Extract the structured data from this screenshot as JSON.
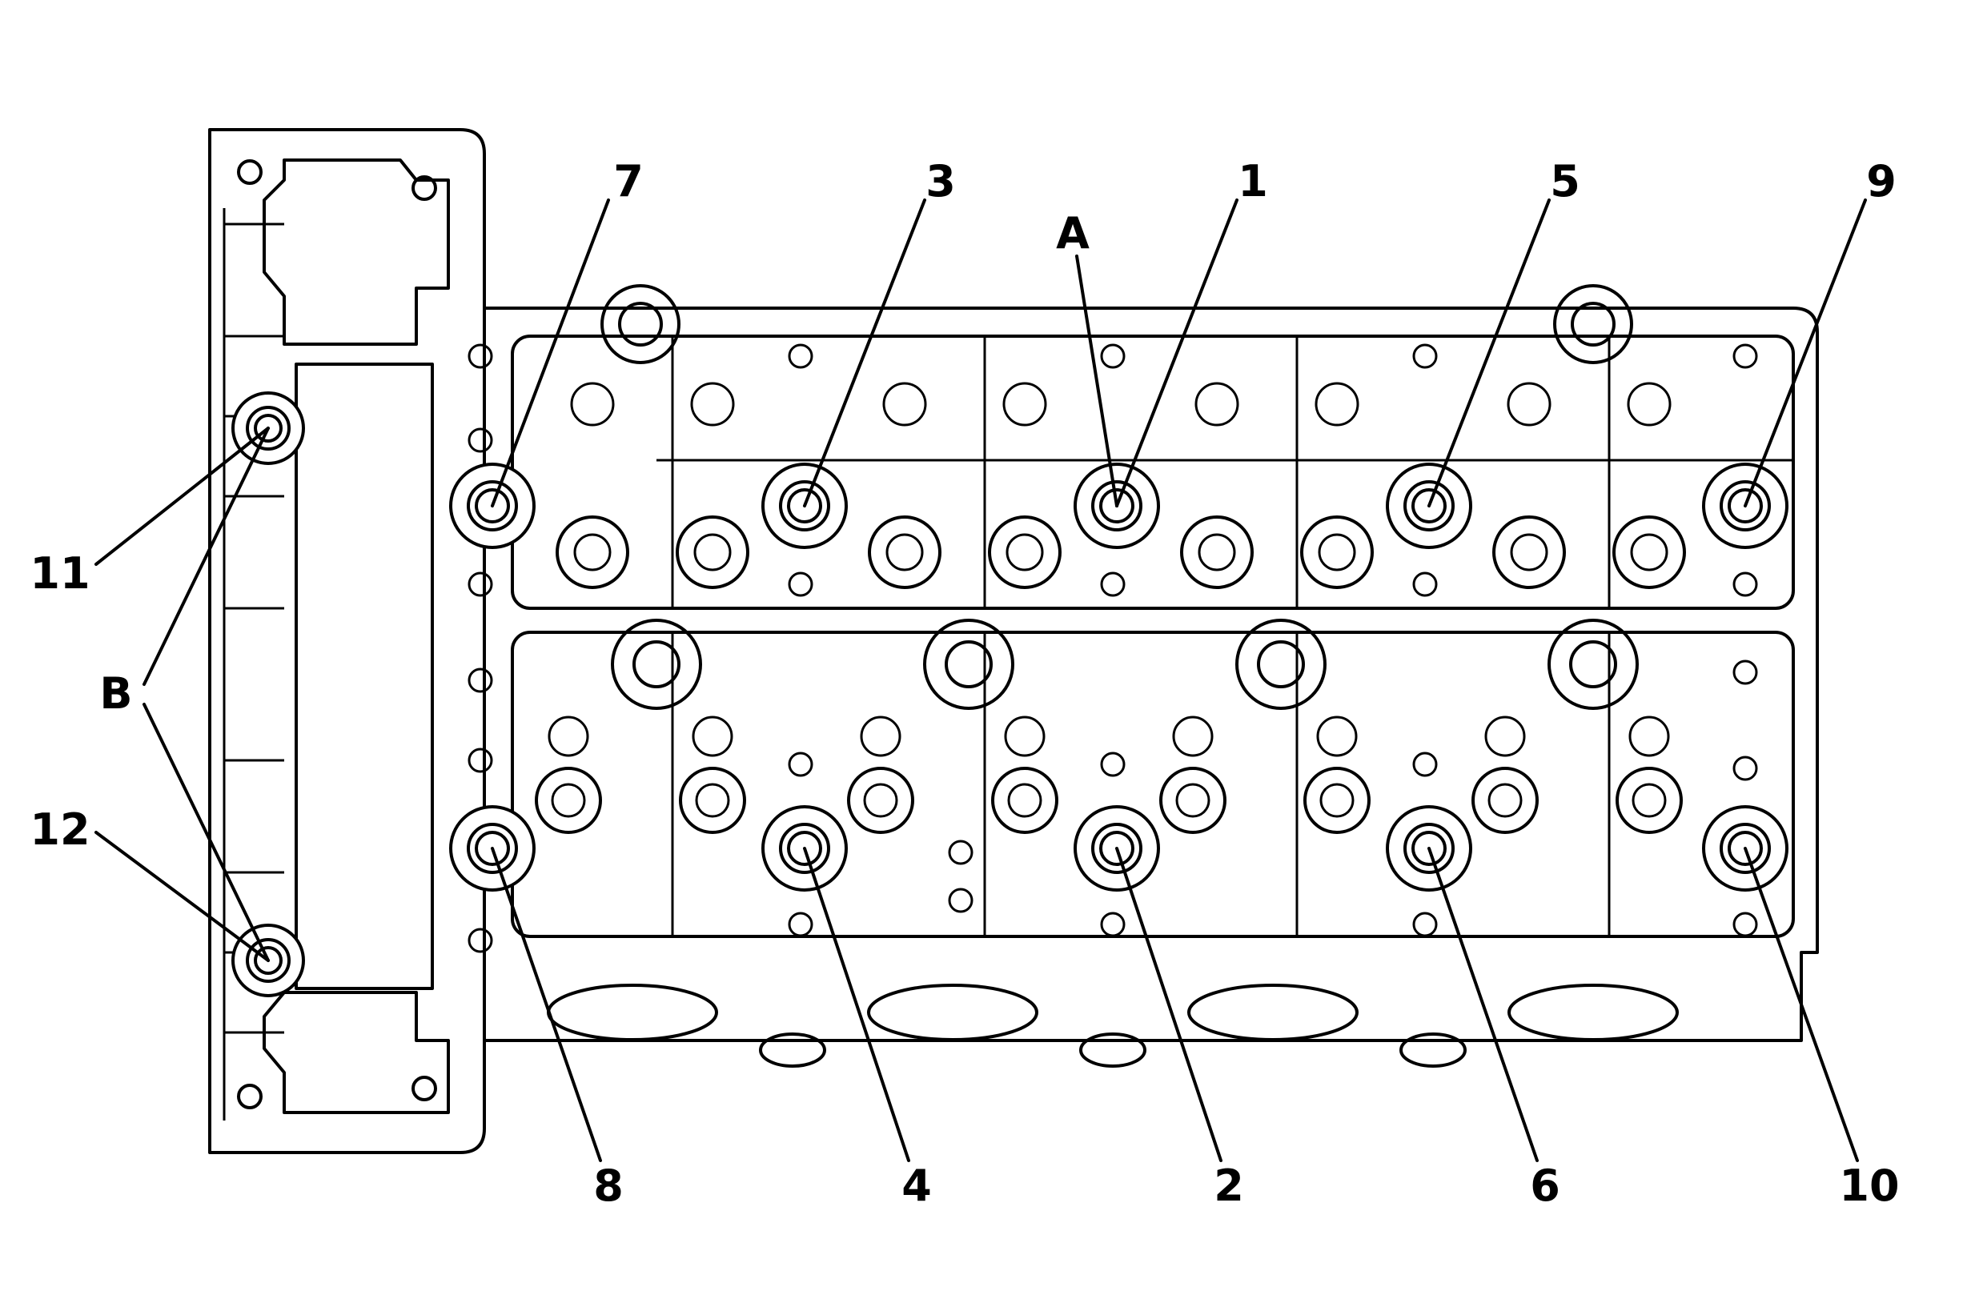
{
  "diagram": {
    "description_free": true,
    "labels": {
      "bolts": [
        "1",
        "2",
        "3",
        "4",
        "5",
        "6",
        "7",
        "8",
        "9",
        "10",
        "11",
        "12"
      ],
      "a": "A",
      "b": "B"
    },
    "colors": {
      "line": "#000000",
      "background": "#ffffff"
    }
  }
}
